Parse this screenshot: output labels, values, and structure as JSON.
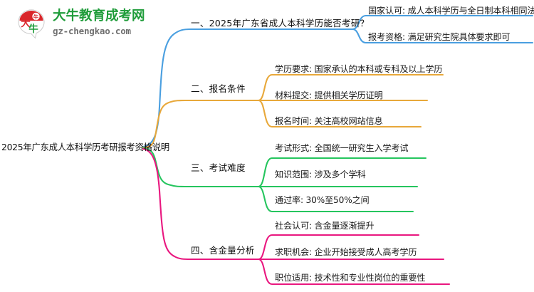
{
  "logo": {
    "name": "dàniú-education-logo",
    "title": "大牛教育成考网",
    "subtitle": "gz-chengkao.com",
    "mark_text": "大牛",
    "colors": {
      "title": "#1f9c3a",
      "subtitle": "#6f6f6f",
      "mark_red": "#d9262a",
      "mark_green": "#1f9c3a"
    }
  },
  "mindmap": {
    "root": {
      "label": "2025年广东成人本科学历考研报考资格说明"
    },
    "branches": [
      {
        "label": "一、2025年广东省成人本科学历能否考研？",
        "color": "#4a9fe0",
        "leaves": [
          {
            "label": "国家认可: 成人本科学历与全日制本科相同法律效力"
          },
          {
            "label": "报考资格: 满足研究生院具体要求即可"
          }
        ]
      },
      {
        "label": "二、报名条件",
        "color": "#e8a83a",
        "leaves": [
          {
            "label": "学历要求: 国家承认的本科或专科及以上学历"
          },
          {
            "label": "材料提交: 提供相关学历证明"
          },
          {
            "label": "报名时间: 关注高校网站信息"
          }
        ]
      },
      {
        "label": "三、考试难度",
        "color": "#25c55e",
        "leaves": [
          {
            "label": "考试形式: 全国统一研究生入学考试"
          },
          {
            "label": "知识范围: 涉及多个学科"
          },
          {
            "label": "通过率: 30%至50%之间"
          }
        ]
      },
      {
        "label": "四、含金量分析",
        "color": "#e9177f",
        "leaves": [
          {
            "label": "社会认可: 含金量逐渐提升"
          },
          {
            "label": "求职机会: 企业开始接受成人高考学历"
          },
          {
            "label": "职位适用: 技术性和专业性岗位的重要性"
          }
        ]
      }
    ]
  }
}
